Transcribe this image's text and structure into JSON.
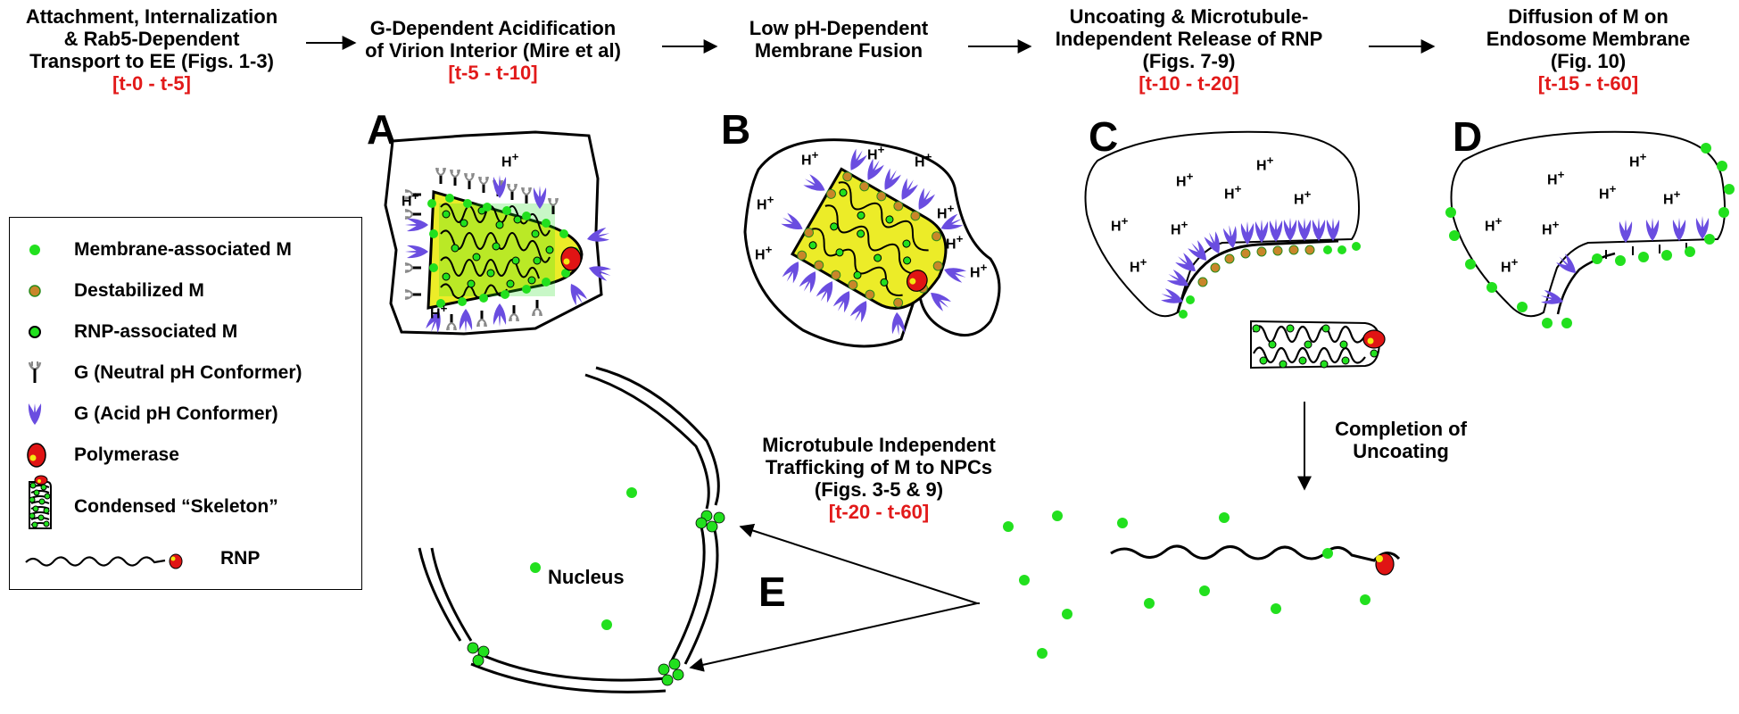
{
  "stages": [
    {
      "title_lines": [
        "Attachment, Internalization",
        "& Rab5-Dependent",
        "Transport to EE (Figs. 1-3)"
      ],
      "time": "[t-0 - t-5]"
    },
    {
      "title_lines": [
        "G-Dependent Acidification",
        "of Virion Interior (Mire et al)"
      ],
      "time": "[t-5 - t-10]"
    },
    {
      "title_lines": [
        "Low pH-Dependent",
        "Membrane Fusion"
      ],
      "time": ""
    },
    {
      "title_lines": [
        "Uncoating & Microtubule-",
        "Independent Release of RNP",
        "(Figs. 7-9)"
      ],
      "time": "[t-10 - t-20]"
    },
    {
      "title_lines": [
        "Diffusion of M on",
        "Endosome Membrane",
        "(Fig. 10)"
      ],
      "time": "[t-15 - t-60]"
    }
  ],
  "panels": [
    "A",
    "B",
    "C",
    "D",
    "E"
  ],
  "hplus_base": "H",
  "hplus_sup": "+",
  "legend": [
    {
      "label": "Membrane-associated M",
      "icon": "membrane-m-icon"
    },
    {
      "label": "Destabilized M",
      "icon": "destabilized-m-icon"
    },
    {
      "label": "RNP-associated M",
      "icon": "rnp-m-icon"
    },
    {
      "label": "G (Neutral pH Conformer)",
      "icon": "g-neutral-icon"
    },
    {
      "label": "G (Acid pH Conformer)",
      "icon": "g-acid-icon"
    },
    {
      "label": "Polymerase",
      "icon": "polymerase-icon"
    },
    {
      "label": "Condensed “Skeleton”",
      "icon": "skeleton-icon"
    },
    {
      "label": "RNP",
      "icon": "rnp-icon"
    }
  ],
  "trafficking": {
    "title_lines": [
      "Microtubule Independent",
      "Trafficking of M to NPCs",
      "(Figs. 3-5 & 9)"
    ],
    "time": "[t-20 - t-60]"
  },
  "completion_lines": [
    "Completion of",
    "Uncoating"
  ],
  "nucleus_label": "Nucleus",
  "colors": {
    "membrane_m": "#22e01e",
    "destabilized_m": "#c9862a",
    "g_acid": "#6a4de0",
    "polymerase": "#e01414",
    "polymerase_dot": "#f2ea10",
    "virion_fill": "#ecec28",
    "time_text": "#e21a1a"
  }
}
